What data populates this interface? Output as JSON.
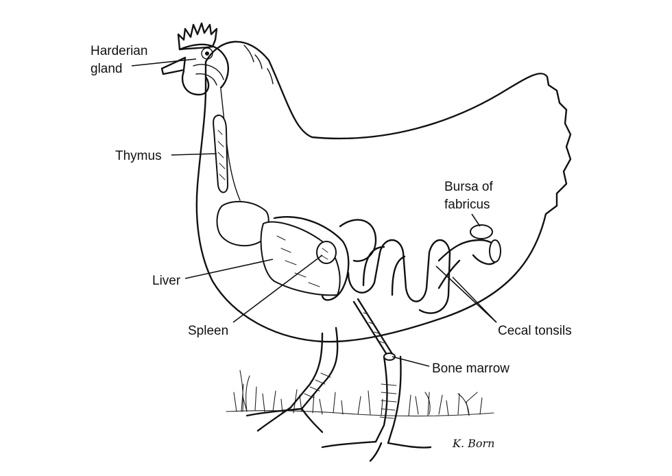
{
  "labels": {
    "harderian_gland_line1": "Harderian",
    "harderian_gland_line2": "gland",
    "thymus": "Thymus",
    "bursa_line1": "Bursa of",
    "bursa_line2": "fabricus",
    "liver": "Liver",
    "spleen": "Spleen",
    "cecal_tonsils": "Cecal tonsils",
    "bone_marrow": "Bone marrow"
  },
  "signature": "K. Born",
  "colors": {
    "ink": "#111111",
    "background": "#ffffff"
  }
}
